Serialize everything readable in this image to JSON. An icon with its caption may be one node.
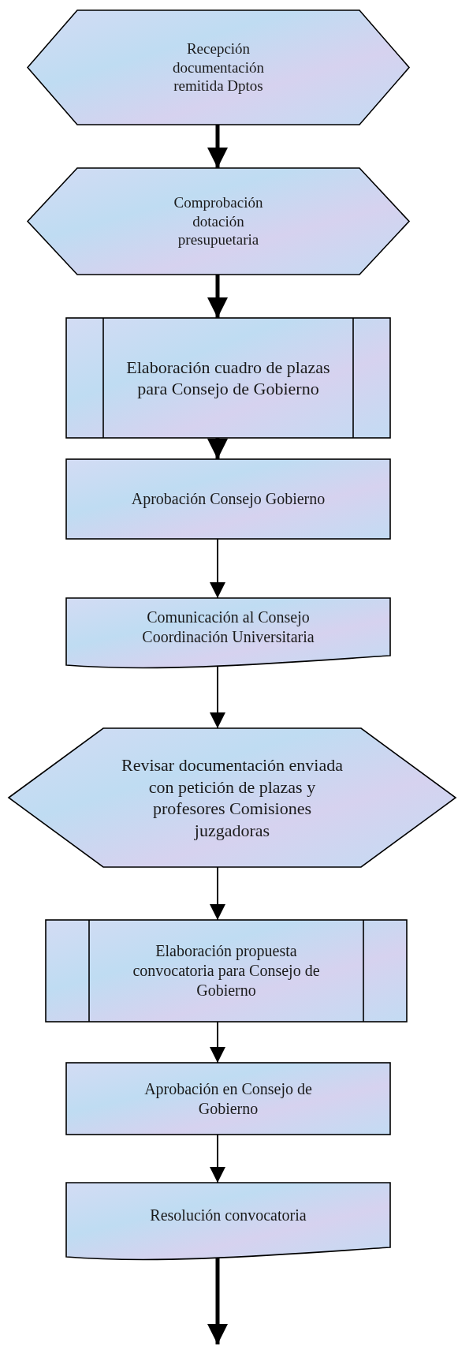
{
  "diagram": {
    "nodes": [
      {
        "text": [
          "Recepción documentación remitida Dptos"
        ]
      },
      {
        "text": [
          "Comprobación dotación presupuetaria"
        ]
      },
      {
        "text": [
          "Elaboración cuadro de plazas para Consejo de Gobierno"
        ]
      },
      {
        "text": [
          "Aprobación Consejo Gobierno"
        ]
      },
      {
        "text": [
          "Comunicación al Consejo Coordinación Universitaria"
        ]
      },
      {
        "text": [
          "Revisar documentación enviada con petición de plazas y profesores Comisiones juzgadoras"
        ]
      },
      {
        "text": [
          "Elaboración propuesta convocatoria para Consejo de Gobierno"
        ]
      },
      {
        "text": [
          "Aprobación en Consejo de Gobierno"
        ]
      },
      {
        "text": [
          "Resolución convocatoria"
        ]
      }
    ],
    "edges": [
      {
        "from": 0,
        "to": 1,
        "arrow": "to",
        "style": "thick"
      },
      {
        "from": 1,
        "to": 2,
        "arrow": "to",
        "style": "thick"
      },
      {
        "from": 2,
        "to": 3,
        "arrow": "to",
        "style": "thick"
      },
      {
        "from": 3,
        "to": 4,
        "arrow": "to"
      },
      {
        "from": 4,
        "to": 5,
        "arrow": "to"
      },
      {
        "from": 5,
        "to": 6,
        "arrow": "to"
      },
      {
        "from": 6,
        "to": 7,
        "arrow": "to"
      },
      {
        "from": 7,
        "to": 8,
        "arrow": "to"
      },
      {
        "from": 8,
        "to": null,
        "arrow": "to",
        "style": "thick"
      }
    ]
  }
}
